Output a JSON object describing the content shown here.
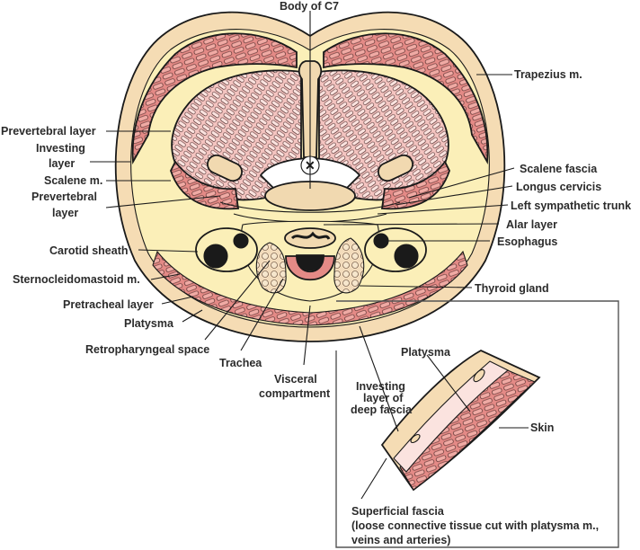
{
  "figure": {
    "title": "Cross-section of the neck at the level of C7 showing fascial layers",
    "colors": {
      "skin": "#f5dcb4",
      "fat": "#fbefb8",
      "muscle": "#e48a86",
      "muscle_light": "#f4c4c0",
      "bone": "#f1d9b0",
      "outline": "#1a1a1a",
      "label": "#2b2b2b",
      "inset_border": "#555555"
    }
  },
  "labels": {
    "body_c7": "Body of C7",
    "trapezius": "Trapezius m.",
    "prevertebral_layer_top": "Prevertebral layer",
    "investing_layer_1": "Investing",
    "investing_layer_2": "layer",
    "scalene_m": "Scalene m.",
    "prevertebral_layer_2a": "Prevertebral",
    "prevertebral_layer_2b": "layer",
    "scalene_fascia": "Scalene fascia",
    "longus_cervicis": "Longus cervicis",
    "left_sympathetic_trunk": "Left sympathetic trunk",
    "alar_layer": "Alar layer",
    "esophagus": "Esophagus",
    "carotid_sheath": "Carotid sheath",
    "sternocleidomastoid": "Sternocleidomastoid m.",
    "pretracheal_layer": "Pretracheal layer",
    "platysma": "Platysma",
    "thyroid_gland": "Thyroid gland",
    "retropharyngeal_space": "Retropharyngeal space",
    "trachea": "Trachea",
    "visceral_compartment_1": "Visceral",
    "visceral_compartment_2": "compartment"
  },
  "inset": {
    "platysma": "Platysma",
    "investing_deep_fascia_1": "Investing",
    "investing_deep_fascia_2": "layer of",
    "investing_deep_fascia_3": "deep fascia",
    "skin": "Skin",
    "superficial_fascia_1": "Superficial fascia",
    "superficial_fascia_2": "(loose connective tissue cut with platysma m.,",
    "superficial_fascia_3": "veins and arteries)"
  }
}
